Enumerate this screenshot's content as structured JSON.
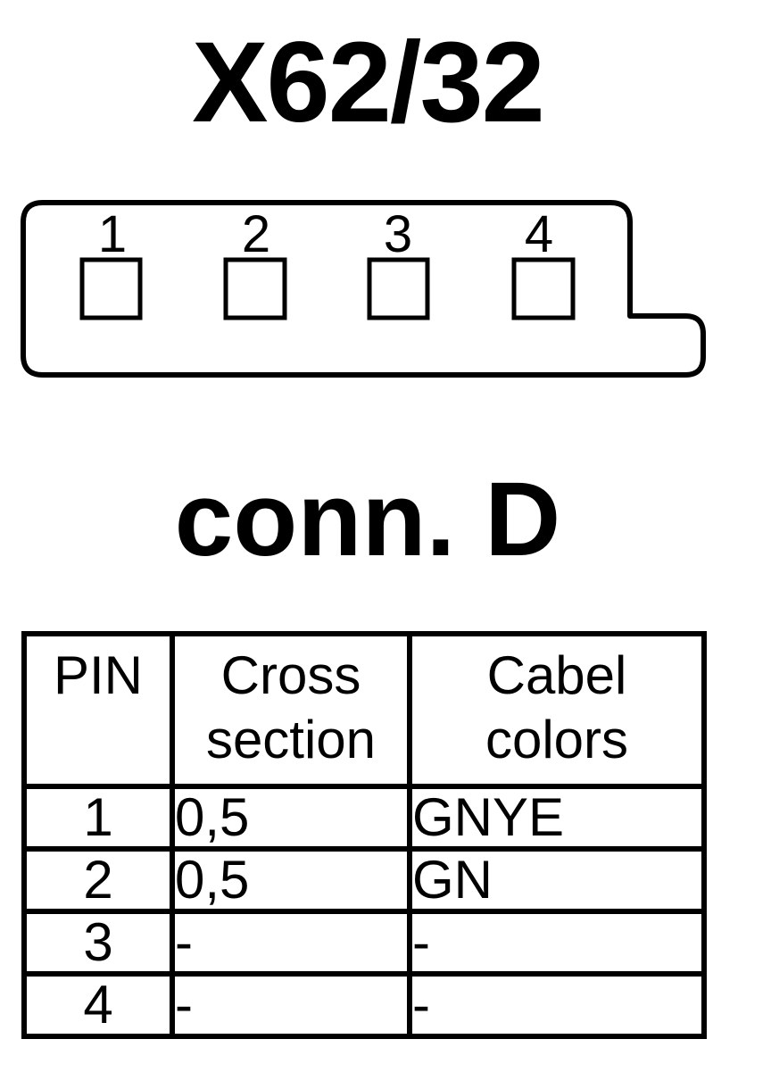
{
  "title": "X62/32",
  "connector": {
    "label": "conn. D",
    "pins": [
      "1",
      "2",
      "3",
      "4"
    ]
  },
  "table": {
    "headers": {
      "pin": "PIN",
      "cross_section_line1": "Cross",
      "cross_section_line2": "section",
      "cable_colors_line1": "Cabel",
      "cable_colors_line2": "colors"
    },
    "rows": [
      {
        "pin": "1",
        "cross_section": "0,5",
        "color": "GNYE"
      },
      {
        "pin": "2",
        "cross_section": "0,5",
        "color": "GN"
      },
      {
        "pin": "3",
        "cross_section": "-",
        "color": "-"
      },
      {
        "pin": "4",
        "cross_section": "-",
        "color": "-"
      }
    ]
  }
}
